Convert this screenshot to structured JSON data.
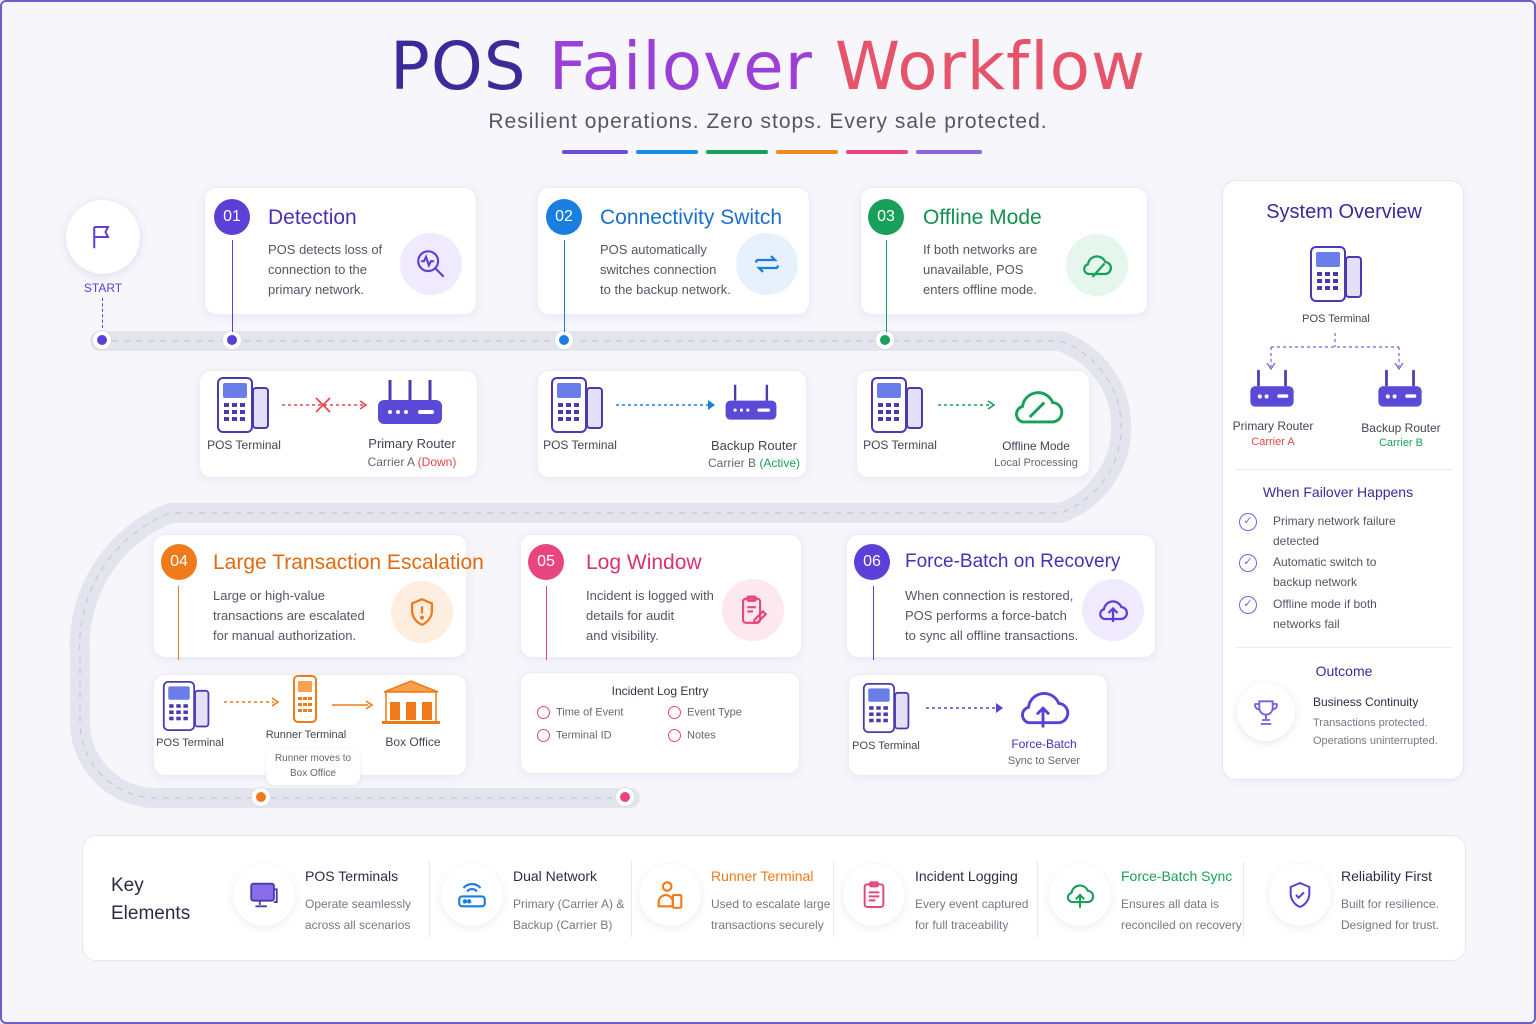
{
  "header": {
    "title_part1": "POS",
    "title_part2": "Failover",
    "title_part3": "Workflow",
    "subtitle": "Resilient operations. Zero stops. Every sale protected."
  },
  "start": {
    "label": "START"
  },
  "steps": [
    {
      "number": "01",
      "title": "Detection",
      "desc1": "POS detects loss of",
      "desc2": "connection to the",
      "desc3": "primary network.",
      "color": "#5b3fd6",
      "detail": {
        "left": "POS Terminal",
        "right": "Primary Router",
        "right_sub": "Carrier A",
        "right_status": "(Down)"
      }
    },
    {
      "number": "02",
      "title": "Connectivity Switch",
      "desc1": "POS automatically",
      "desc2": "switches connection",
      "desc3": "to the backup network.",
      "color": "#1a7ee0",
      "detail": {
        "left": "POS Terminal",
        "right": "Backup Router",
        "right_sub": "Carrier B",
        "right_status": "(Active)"
      }
    },
    {
      "number": "03",
      "title": "Offline Mode",
      "desc1": "If both networks are",
      "desc2": "unavailable, POS",
      "desc3": "enters offline mode.",
      "color": "#18a05a",
      "detail": {
        "left": "POS Terminal",
        "right": "Offline Mode",
        "right_sub": "Local Processing"
      }
    },
    {
      "number": "04",
      "title": "Large Transaction Escalation",
      "desc1": "Large or high-value",
      "desc2": "transactions are escalated",
      "desc3": "for manual authorization.",
      "color": "#ef7a1a",
      "detail": {
        "left": "POS Terminal",
        "middle": "Runner Terminal",
        "middle_sub1": "Runner moves to",
        "middle_sub2": "Box Office",
        "right": "Box Office"
      }
    },
    {
      "number": "05",
      "title": "Log Window",
      "desc1": "Incident is logged with",
      "desc2": "details for audit",
      "desc3": "and visibility.",
      "color": "#e8457e",
      "detail": {
        "heading": "Incident Log Entry",
        "fields": [
          "Time of Event",
          "Event Type",
          "Terminal ID",
          "Notes"
        ]
      }
    },
    {
      "number": "06",
      "title": "Force-Batch on Recovery",
      "desc1": "When connection is restored,",
      "desc2": "POS performs a force-batch",
      "desc3": "to sync all offline transactions.",
      "color": "#5b3fd6",
      "detail": {
        "left": "POS Terminal",
        "right": "Force-Batch",
        "right_sub": "Sync to Server"
      }
    }
  ],
  "overview": {
    "title": "System Overview",
    "terminal": "POS Terminal",
    "primary": "Primary Router",
    "primary_sub": "Carrier A",
    "backup": "Backup Router",
    "backup_sub": "Carrier B",
    "failover_title": "When Failover Happens",
    "failover_items": [
      {
        "l1": "Primary network failure",
        "l2": "detected"
      },
      {
        "l1": "Automatic switch to",
        "l2": "backup network"
      },
      {
        "l1": "Offline mode if both",
        "l2": "networks fail"
      }
    ],
    "outcome_title": "Outcome",
    "outcome_head": "Business Continuity",
    "outcome_l1": "Transactions protected.",
    "outcome_l2": "Operations uninterrupted."
  },
  "key": {
    "title_l1": "Key",
    "title_l2": "Elements",
    "items": [
      {
        "title": "POS Terminals",
        "d1": "Operate seamlessly",
        "d2": "across all scenarios",
        "icon": "monitor-icon"
      },
      {
        "title": "Dual Network",
        "d1": "Primary (Carrier A) &",
        "d2": "Backup (Carrier B)",
        "icon": "router-icon"
      },
      {
        "title": "Runner Terminal",
        "d1": "Used to escalate large",
        "d2": "transactions securely",
        "icon": "runner-icon"
      },
      {
        "title": "Incident Logging",
        "d1": "Every event captured",
        "d2": "for full traceability",
        "icon": "clipboard-icon"
      },
      {
        "title": "Force-Batch Sync",
        "d1": "Ensures all data is",
        "d2": "reconciled on recovery",
        "icon": "cloud-upload-icon"
      },
      {
        "title": "Reliability First",
        "d1": "Built for resilience.",
        "d2": "Designed for trust.",
        "icon": "shield-check-icon"
      }
    ]
  },
  "colors": {
    "purple": "#5b3fd6",
    "blue": "#1a7ee0",
    "green": "#18a05a",
    "orange": "#ef7a1a",
    "pink": "#e8457e",
    "red": "#e04848"
  }
}
